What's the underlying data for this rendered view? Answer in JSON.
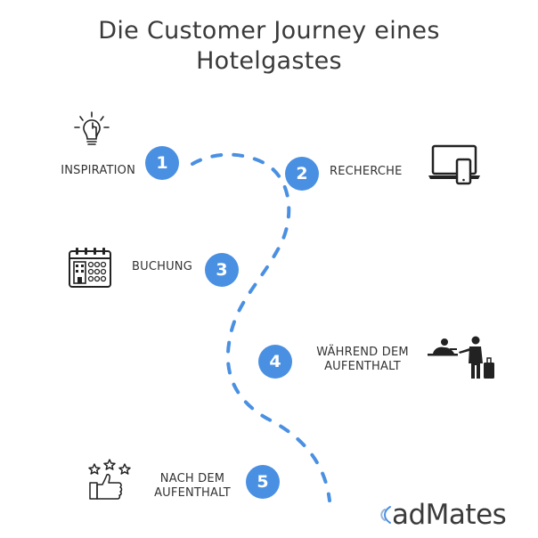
{
  "title": {
    "line1": "Die Customer Journey eines",
    "line2": "Hotelgastes"
  },
  "accent_color": "#4a90e2",
  "steps": [
    {
      "number": "1",
      "label": "INSPIRATION",
      "icon": "lightbulb-icon"
    },
    {
      "number": "2",
      "label": "RECHERCHE",
      "icon": "laptop-phone-icon"
    },
    {
      "number": "3",
      "label": "BUCHUNG",
      "icon": "calendar-icon"
    },
    {
      "number": "4",
      "label_line1": "WÄHREND DEM",
      "label_line2": "AUFENTHALT",
      "icon": "hotel-reception-icon"
    },
    {
      "number": "5",
      "label_line1": "NACH DEM",
      "label_line2": "AUFENTHALT",
      "icon": "thumbs-up-stars-icon"
    }
  ],
  "logo": {
    "text": "adMates"
  }
}
